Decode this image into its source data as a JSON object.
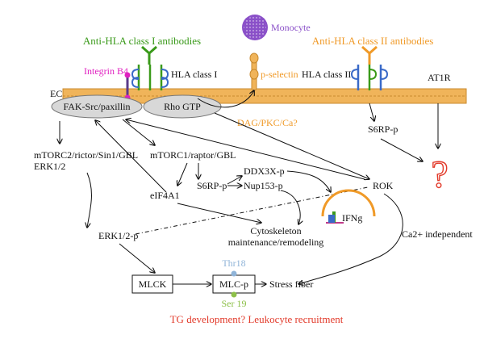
{
  "colors": {
    "membrane": "#f0b45a",
    "membrane_edge": "#c98a2e",
    "green": "#3a9a1a",
    "orange": "#f09a28",
    "magenta": "#e020c0",
    "purple": "#8a50c8",
    "blue": "#3a6ac8",
    "red": "#e23a2a",
    "thr": "#90b4d8",
    "ser": "#8ec04a",
    "gray_ellipse": "#d8d8d8",
    "text": "#111111"
  },
  "labels": {
    "monocyte": "Monocyte",
    "anti_hla1": "Anti-HLA class I antibodies",
    "anti_hla2": "Anti-HLA class II antibodies",
    "integrin": "Integrin B4",
    "hla1": "HLA class I",
    "hla2": "HLA class II",
    "pselectin": "p-selectin",
    "ec": "EC",
    "at1r": "AT1R",
    "fak": "FAK-Src/paxillin",
    "rho": "Rho GTP",
    "dag": "DAG/PKC/Ca?",
    "s6rp_right": "S6RP-p",
    "mtorc2_line1": "mTORC2/rictor/Sin1/GBL",
    "mtorc2_line2": "ERK1/2",
    "mtorc1": "mTORC1/raptor/GBL",
    "s6rp_mid": "S6RP-p",
    "ddx": "DDX3X-p",
    "nup": "Nup153-p",
    "eif": "eIF4A1",
    "rok": "ROK",
    "ifng": "IFNg",
    "cyto_line1": "Cytoskeleton",
    "cyto_line2": "maintenance/remodeling",
    "ca2": "Ca2+ independent",
    "erk": "ERK1/2-p",
    "mlck": "MLCK",
    "mlcp": "MLC-p",
    "thr": "Thr18",
    "ser": "Ser 19",
    "stress": "Stress fiber",
    "bottom": "TG development? Leukocyte recruitment",
    "question": "?"
  }
}
